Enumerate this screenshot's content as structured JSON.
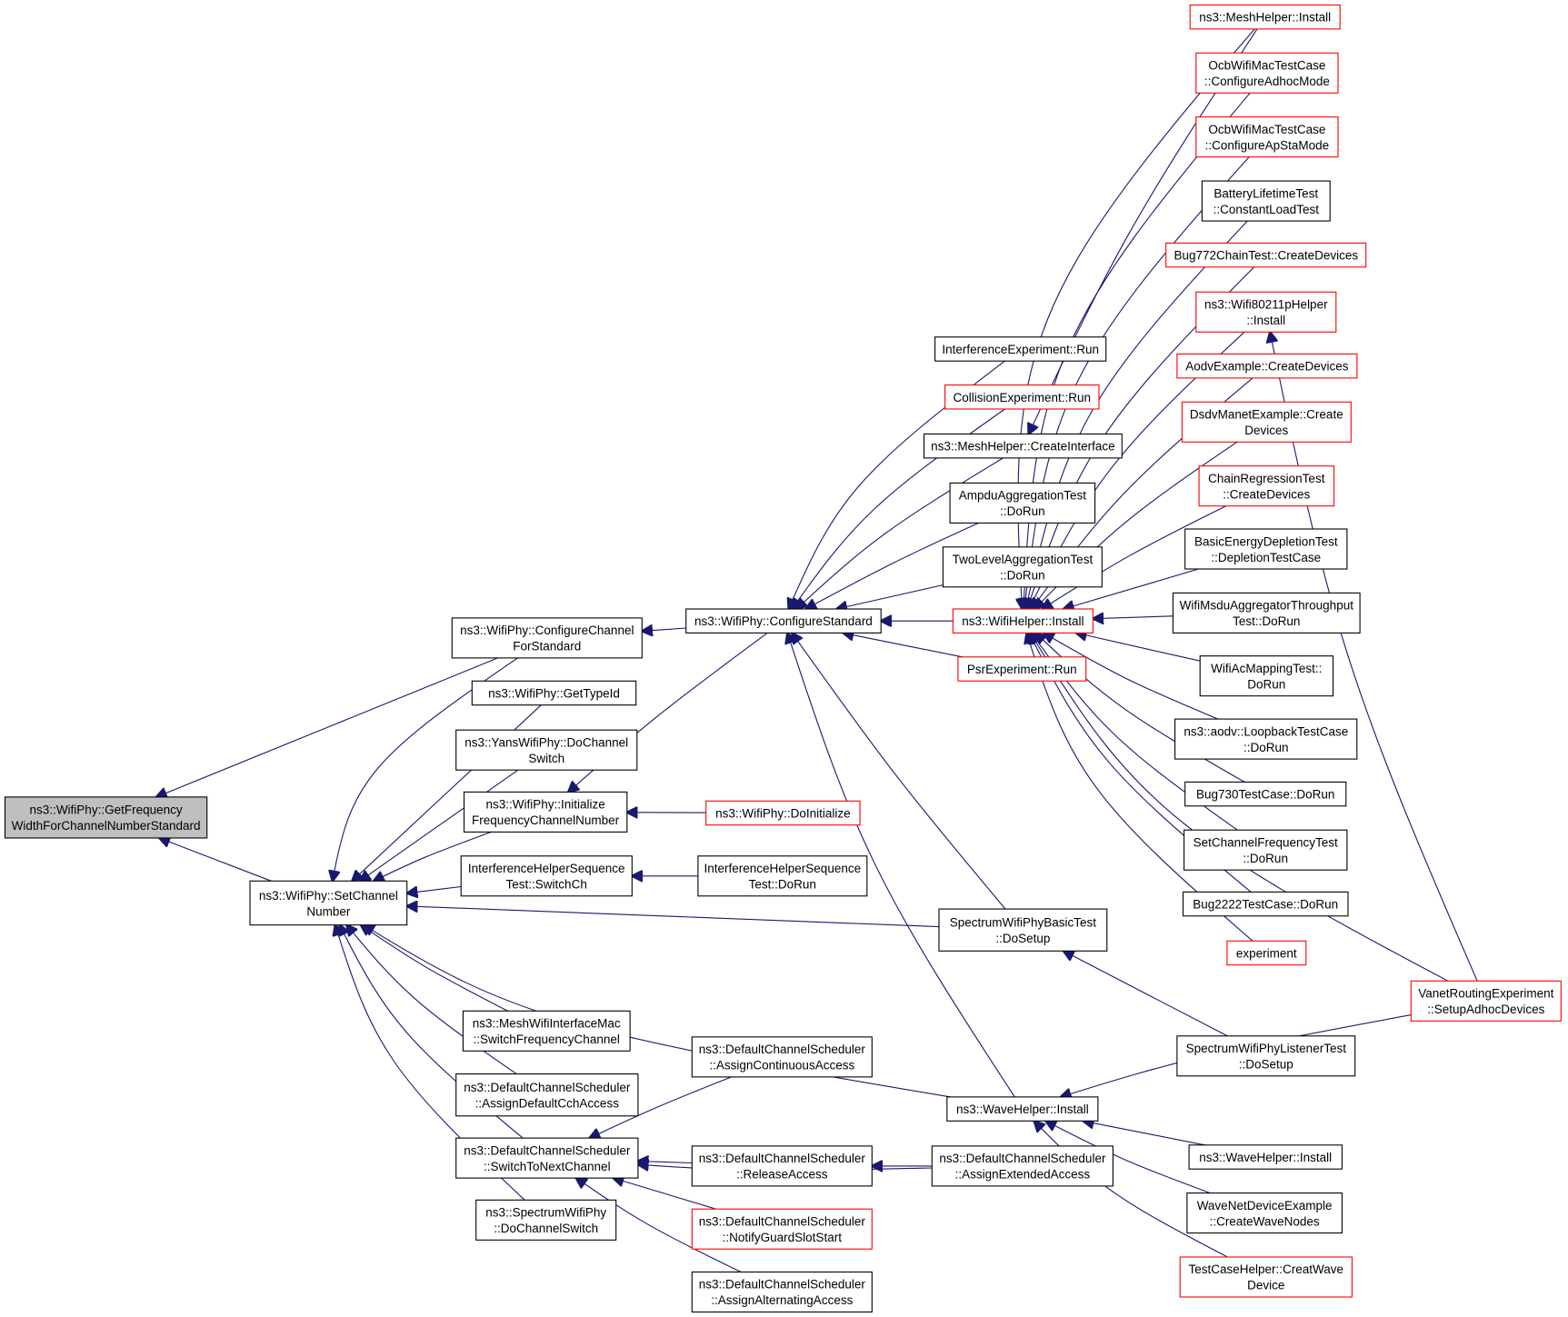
{
  "graph": {
    "root": "getfreq",
    "nodes": [
      {
        "id": "getfreq",
        "lines": [
          "ns3::WifiPhy::GetFrequency",
          "WidthForChannelNumberStandard"
        ],
        "style": "root"
      },
      {
        "id": "setchan",
        "lines": [
          "ns3::WifiPhy::SetChannel",
          "Number"
        ],
        "style": "normal"
      },
      {
        "id": "confchan",
        "lines": [
          "ns3::WifiPhy::ConfigureChannel",
          "ForStandard"
        ],
        "style": "normal"
      },
      {
        "id": "gettypeid",
        "lines": [
          "ns3::WifiPhy::GetTypeId"
        ],
        "style": "normal"
      },
      {
        "id": "yansdocs",
        "lines": [
          "ns3::YansWifiPhy::DoChannel",
          "Switch"
        ],
        "style": "normal"
      },
      {
        "id": "initfreq",
        "lines": [
          "ns3::WifiPhy::Initialize",
          "FrequencyChannelNumber"
        ],
        "style": "normal"
      },
      {
        "id": "ihstswitch",
        "lines": [
          "InterferenceHelperSequence",
          "Test::SwitchCh"
        ],
        "style": "normal"
      },
      {
        "id": "meshswitch",
        "lines": [
          "ns3::MeshWifiInterfaceMac",
          "::SwitchFrequencyChannel"
        ],
        "style": "normal"
      },
      {
        "id": "dcsassigncch",
        "lines": [
          "ns3::DefaultChannelScheduler",
          "::AssignDefaultCchAccess"
        ],
        "style": "normal"
      },
      {
        "id": "dcsswitchnext",
        "lines": [
          "ns3::DefaultChannelScheduler",
          "::SwitchToNextChannel"
        ],
        "style": "normal"
      },
      {
        "id": "spectrumdocs",
        "lines": [
          "ns3::SpectrumWifiPhy",
          "::DoChannelSwitch"
        ],
        "style": "normal"
      },
      {
        "id": "confstd",
        "lines": [
          "ns3::WifiPhy::ConfigureStandard"
        ],
        "style": "normal"
      },
      {
        "id": "doinit",
        "lines": [
          "ns3::WifiPhy::DoInitialize"
        ],
        "style": "red"
      },
      {
        "id": "ihstdorun",
        "lines": [
          "InterferenceHelperSequence",
          "Test::DoRun"
        ],
        "style": "normal"
      },
      {
        "id": "dcscontinuous",
        "lines": [
          "ns3::DefaultChannelScheduler",
          "::AssignContinuousAccess"
        ],
        "style": "normal"
      },
      {
        "id": "dcsrelease",
        "lines": [
          "ns3::DefaultChannelScheduler",
          "::ReleaseAccess"
        ],
        "style": "normal"
      },
      {
        "id": "dcsguard",
        "lines": [
          "ns3::DefaultChannelScheduler",
          "::NotifyGuardSlotStart"
        ],
        "style": "red"
      },
      {
        "id": "dcsalternating",
        "lines": [
          "ns3::DefaultChannelScheduler",
          "::AssignAlternatingAccess"
        ],
        "style": "normal"
      },
      {
        "id": "ierun",
        "lines": [
          "InterferenceExperiment::Run"
        ],
        "style": "normal"
      },
      {
        "id": "cerun",
        "lines": [
          "CollisionExperiment::Run"
        ],
        "style": "red"
      },
      {
        "id": "meshcreateif",
        "lines": [
          "ns3::MeshHelper::CreateInterface"
        ],
        "style": "normal"
      },
      {
        "id": "ampdu",
        "lines": [
          "AmpduAggregationTest",
          "::DoRun"
        ],
        "style": "normal"
      },
      {
        "id": "twolevel",
        "lines": [
          "TwoLevelAggregationTest",
          "::DoRun"
        ],
        "style": "normal"
      },
      {
        "id": "wifihelperinst",
        "lines": [
          "ns3::WifiHelper::Install"
        ],
        "style": "red"
      },
      {
        "id": "psrrun",
        "lines": [
          "PsrExperiment::Run"
        ],
        "style": "red"
      },
      {
        "id": "swpbasic",
        "lines": [
          "SpectrumWifiPhyBasicTest",
          "::DoSetup"
        ],
        "style": "normal"
      },
      {
        "id": "wavehelperinst",
        "lines": [
          "ns3::WaveHelper::Install"
        ],
        "style": "normal"
      },
      {
        "id": "dcsextended",
        "lines": [
          "ns3::DefaultChannelScheduler",
          "::AssignExtendedAccess"
        ],
        "style": "normal"
      },
      {
        "id": "swplistener",
        "lines": [
          "SpectrumWifiPhyListenerTest",
          "::DoSetup"
        ],
        "style": "normal"
      },
      {
        "id": "meshinstall",
        "lines": [
          "ns3::MeshHelper::Install"
        ],
        "style": "red"
      },
      {
        "id": "ocbadhoc",
        "lines": [
          "OcbWifiMacTestCase",
          "::ConfigureAdhocMode"
        ],
        "style": "red"
      },
      {
        "id": "ocbapsta",
        "lines": [
          "OcbWifiMacTestCase",
          "::ConfigureApStaMode"
        ],
        "style": "red"
      },
      {
        "id": "battery",
        "lines": [
          "BatteryLifetimeTest",
          "::ConstantLoadTest"
        ],
        "style": "normal"
      },
      {
        "id": "bug772",
        "lines": [
          "Bug772ChainTest::CreateDevices"
        ],
        "style": "red"
      },
      {
        "id": "wifi80211p",
        "lines": [
          "ns3::Wifi80211pHelper",
          "::Install"
        ],
        "style": "red"
      },
      {
        "id": "aodvex",
        "lines": [
          "AodvExample::CreateDevices"
        ],
        "style": "red"
      },
      {
        "id": "dsdvmanet",
        "lines": [
          "DsdvManetExample::Create",
          "Devices"
        ],
        "style": "red"
      },
      {
        "id": "chainreg",
        "lines": [
          "ChainRegressionTest",
          "::CreateDevices"
        ],
        "style": "red"
      },
      {
        "id": "basicenergy",
        "lines": [
          "BasicEnergyDepletionTest",
          "::DepletionTestCase"
        ],
        "style": "normal"
      },
      {
        "id": "msduagg",
        "lines": [
          "WifiMsduAggregatorThroughput",
          "Test::DoRun"
        ],
        "style": "normal"
      },
      {
        "id": "acmapping",
        "lines": [
          "WifiAcMappingTest::",
          "DoRun"
        ],
        "style": "normal"
      },
      {
        "id": "loopback",
        "lines": [
          "ns3::aodv::LoopbackTestCase",
          "::DoRun"
        ],
        "style": "normal"
      },
      {
        "id": "bug730",
        "lines": [
          "Bug730TestCase::DoRun"
        ],
        "style": "normal"
      },
      {
        "id": "setchanfreq",
        "lines": [
          "SetChannelFrequencyTest",
          "::DoRun"
        ],
        "style": "normal"
      },
      {
        "id": "bug2222",
        "lines": [
          "Bug2222TestCase::DoRun"
        ],
        "style": "normal"
      },
      {
        "id": "experiment",
        "lines": [
          "experiment"
        ],
        "style": "red"
      },
      {
        "id": "vanet",
        "lines": [
          "VanetRoutingExperiment",
          "::SetupAdhocDevices"
        ],
        "style": "red"
      },
      {
        "id": "wavehelperinst2",
        "lines": [
          "ns3::WaveHelper::Install"
        ],
        "style": "normal"
      },
      {
        "id": "wavenet",
        "lines": [
          "WaveNetDeviceExample",
          "::CreateWaveNodes"
        ],
        "style": "normal"
      },
      {
        "id": "testcasehelper",
        "lines": [
          "TestCaseHelper::CreatWave",
          "Device"
        ],
        "style": "red"
      }
    ],
    "edges": [
      [
        "setchan",
        "getfreq"
      ],
      [
        "confchan",
        "getfreq"
      ],
      [
        "confchan",
        "setchan"
      ],
      [
        "gettypeid",
        "setchan"
      ],
      [
        "yansdocs",
        "setchan"
      ],
      [
        "initfreq",
        "setchan"
      ],
      [
        "ihstswitch",
        "setchan"
      ],
      [
        "swpbasic",
        "setchan"
      ],
      [
        "wavehelperinst",
        "setchan"
      ],
      [
        "meshswitch",
        "setchan"
      ],
      [
        "dcsassigncch",
        "setchan"
      ],
      [
        "dcsswitchnext",
        "setchan"
      ],
      [
        "spectrumdocs",
        "setchan"
      ],
      [
        "confstd",
        "confchan"
      ],
      [
        "confstd",
        "initfreq"
      ],
      [
        "doinit",
        "initfreq"
      ],
      [
        "ihstdorun",
        "ihstswitch"
      ],
      [
        "dcscontinuous",
        "dcsswitchnext"
      ],
      [
        "dcsrelease",
        "dcsswitchnext"
      ],
      [
        "dcsguard",
        "dcsswitchnext"
      ],
      [
        "dcsalternating",
        "dcsswitchnext"
      ],
      [
        "dcsextended",
        "dcsswitchnext"
      ],
      [
        "dcsextended",
        "dcsrelease"
      ],
      [
        "ierun",
        "confstd"
      ],
      [
        "cerun",
        "confstd"
      ],
      [
        "meshcreateif",
        "confstd"
      ],
      [
        "ampdu",
        "confstd"
      ],
      [
        "twolevel",
        "confstd"
      ],
      [
        "wifihelperinst",
        "confstd"
      ],
      [
        "psrrun",
        "confstd"
      ],
      [
        "swpbasic",
        "confstd"
      ],
      [
        "wavehelperinst",
        "confstd"
      ],
      [
        "meshinstall",
        "meshcreateif"
      ],
      [
        "swplistener",
        "swpbasic"
      ],
      [
        "meshinstall",
        "wifihelperinst"
      ],
      [
        "ocbadhoc",
        "wifihelperinst"
      ],
      [
        "ocbapsta",
        "wifihelperinst"
      ],
      [
        "battery",
        "wifihelperinst"
      ],
      [
        "bug772",
        "wifihelperinst"
      ],
      [
        "wifi80211p",
        "wifihelperinst"
      ],
      [
        "aodvex",
        "wifihelperinst"
      ],
      [
        "dsdvmanet",
        "wifihelperinst"
      ],
      [
        "chainreg",
        "wifihelperinst"
      ],
      [
        "basicenergy",
        "wifihelperinst"
      ],
      [
        "msduagg",
        "wifihelperinst"
      ],
      [
        "acmapping",
        "wifihelperinst"
      ],
      [
        "loopback",
        "wifihelperinst"
      ],
      [
        "bug730",
        "wifihelperinst"
      ],
      [
        "setchanfreq",
        "wifihelperinst"
      ],
      [
        "bug2222",
        "wifihelperinst"
      ],
      [
        "experiment",
        "wifihelperinst"
      ],
      [
        "vanet",
        "wifihelperinst"
      ],
      [
        "vanet",
        "wifi80211p"
      ],
      [
        "vanet",
        "wavehelperinst"
      ],
      [
        "wavehelperinst2",
        "wavehelperinst"
      ],
      [
        "wavenet",
        "wavehelperinst"
      ],
      [
        "testcasehelper",
        "wavehelperinst"
      ]
    ]
  }
}
